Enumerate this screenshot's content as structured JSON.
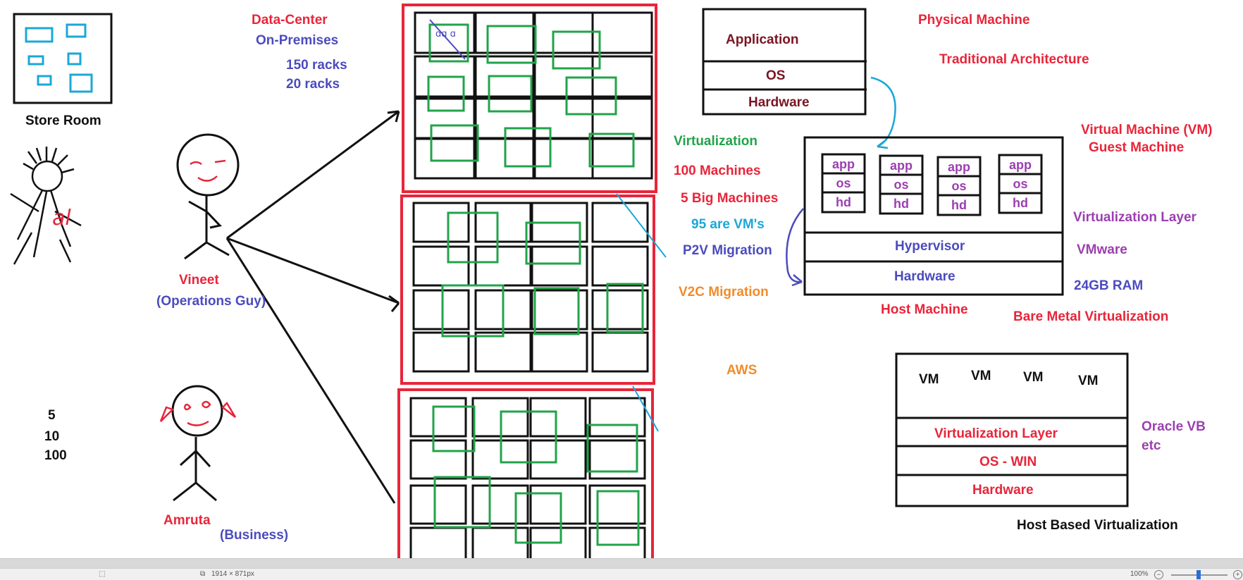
{
  "storeroom": {
    "label": "Store Room"
  },
  "counts": [
    "5",
    "10",
    "100"
  ],
  "people": {
    "vineet": {
      "name": "Vineet",
      "role": "(Operations Guy)"
    },
    "amruta": {
      "name": "Amruta",
      "role": "(Business)"
    },
    "sketch_text": "al"
  },
  "datacenter": {
    "title": "Data-Center",
    "subtitle": "On-Premises",
    "racks": [
      "150 racks",
      "20 racks"
    ]
  },
  "middle": {
    "virtualization": "Virtualization",
    "machines": "100 Machines",
    "big_machines": "5 Big Machines",
    "vms": "95 are VM's",
    "p2v": "P2V Migration",
    "v2c": "V2C Migration",
    "aws": "AWS"
  },
  "physical": {
    "title": "Physical Machine",
    "subtitle": "Traditional Architecture",
    "stack": [
      "Application",
      "OS",
      "Hardware"
    ]
  },
  "vm_section": {
    "title": "Virtual Machine (VM)",
    "subtitle": "Guest Machine",
    "vm_stack": [
      "app",
      "os",
      "hd"
    ],
    "hypervisor": "Hypervisor",
    "hardware": "Hardware",
    "host_machine": "Host Machine",
    "virtualization_layer": "Virtualization Layer",
    "vmware": "VMware",
    "ram": "24GB RAM",
    "bare_metal": "Bare Metal Virtualization"
  },
  "host_based": {
    "vms": [
      "VM",
      "VM",
      "VM",
      "VM"
    ],
    "layers": [
      "Virtualization Layer",
      "OS - WIN",
      "Hardware"
    ],
    "oracle": [
      "Oracle VB",
      "etc"
    ],
    "caption": "Host Based Virtualization"
  },
  "statusbar": {
    "size": "1914 × 871px",
    "zoom": "100%",
    "minus": "−",
    "plus": "+"
  },
  "colors": {
    "red": "#e8253a",
    "blue": "#4b4bbf",
    "green": "#22a34a",
    "cyan": "#1ba7d8",
    "orange": "#f28c2b",
    "purple": "#9b3fb0"
  }
}
